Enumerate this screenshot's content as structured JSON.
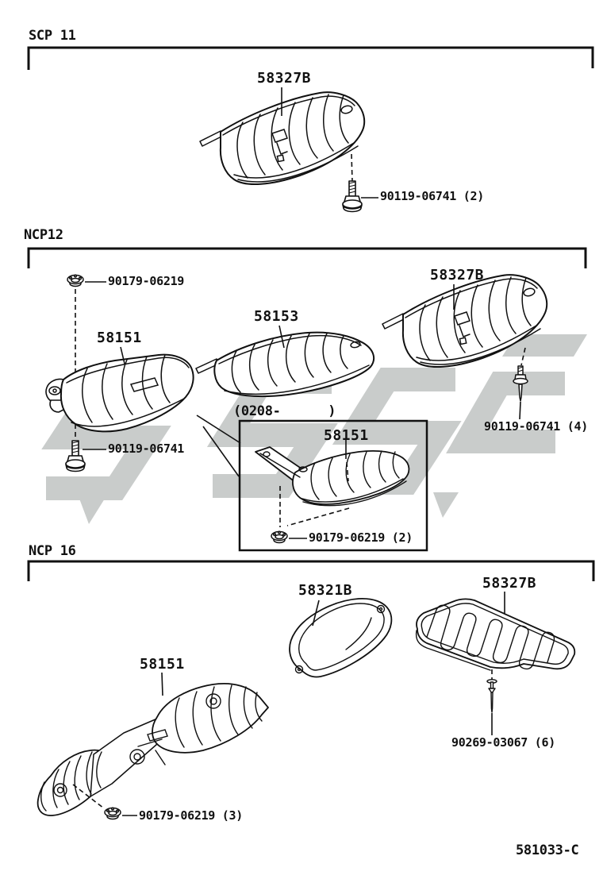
{
  "page": {
    "doc_number": "581033-C",
    "line_color": "#111111",
    "watermark_color": "#c9cccb"
  },
  "sections": {
    "scp11": {
      "header": "SCP 11",
      "part_58327b": "58327B",
      "fastener_90119": "90119-06741 (2)"
    },
    "ncp12": {
      "header": "NCP12",
      "part_58151": "58151",
      "part_58153": "58153",
      "part_58327b": "58327B",
      "fastener_90179_top": "90179-06219",
      "fastener_90119_left": "90119-06741",
      "fastener_90119_right": "90119-06741 (4)",
      "inset": {
        "range": "(0208-      )",
        "part_58151": "58151",
        "fastener_90179": "90179-06219 (2)"
      }
    },
    "ncp16": {
      "header": "NCP 16",
      "part_58151": "58151",
      "part_58321b": "58321B",
      "part_58327b": "58327B",
      "fastener_90269": "90269-03067 (6)",
      "fastener_90179": "90179-06219 (3)"
    }
  }
}
